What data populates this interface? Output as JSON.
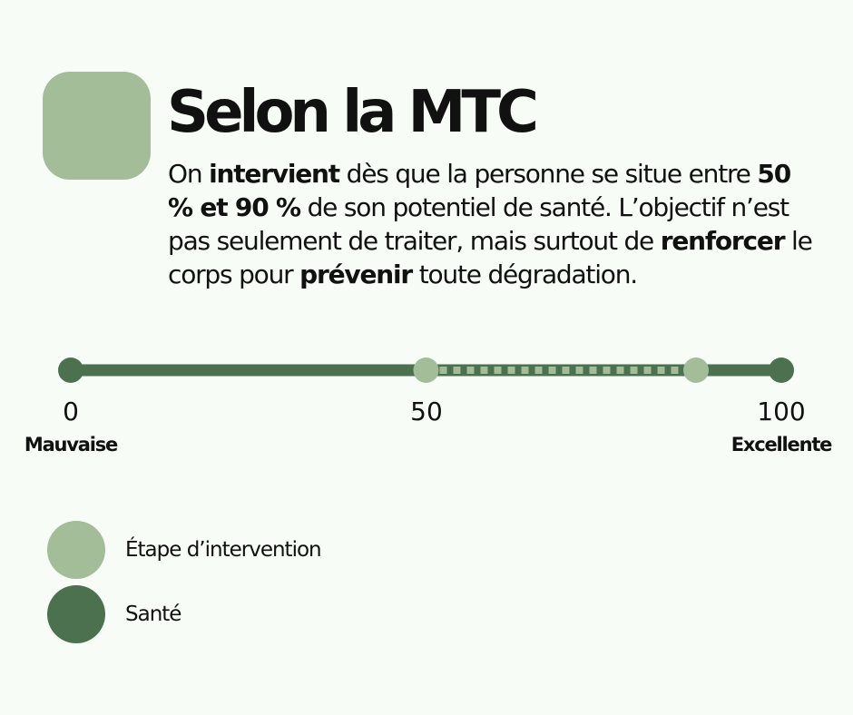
{
  "colors": {
    "background": "#f7fcf6",
    "health": "#4b714f",
    "intervention": "#a3bd98",
    "text": "#111111"
  },
  "title": "Selon la MTC",
  "paragraph": {
    "p1": "On ",
    "b1": "intervient",
    "p2": " dès que la personne se situe entre ",
    "b2": "50 % et 90 %",
    "p3": " de son potentiel de santé. L’objectif n’est pas seulement de traiter, mais surtout de ",
    "b3": "renforcer",
    "p4": " le corps pour ",
    "b4": "prévenir",
    "p5": " toute dégradation."
  },
  "scale": {
    "min": 0,
    "max": 100,
    "intervention_start": 50,
    "intervention_end": 88,
    "ticks": [
      "0",
      "50",
      "100"
    ],
    "min_label": "Mauvaise",
    "max_label": "Excellente"
  },
  "legend": [
    {
      "label": "Étape d’intervention",
      "color": "#a3bd98"
    },
    {
      "label": "Santé",
      "color": "#4b714f"
    }
  ]
}
